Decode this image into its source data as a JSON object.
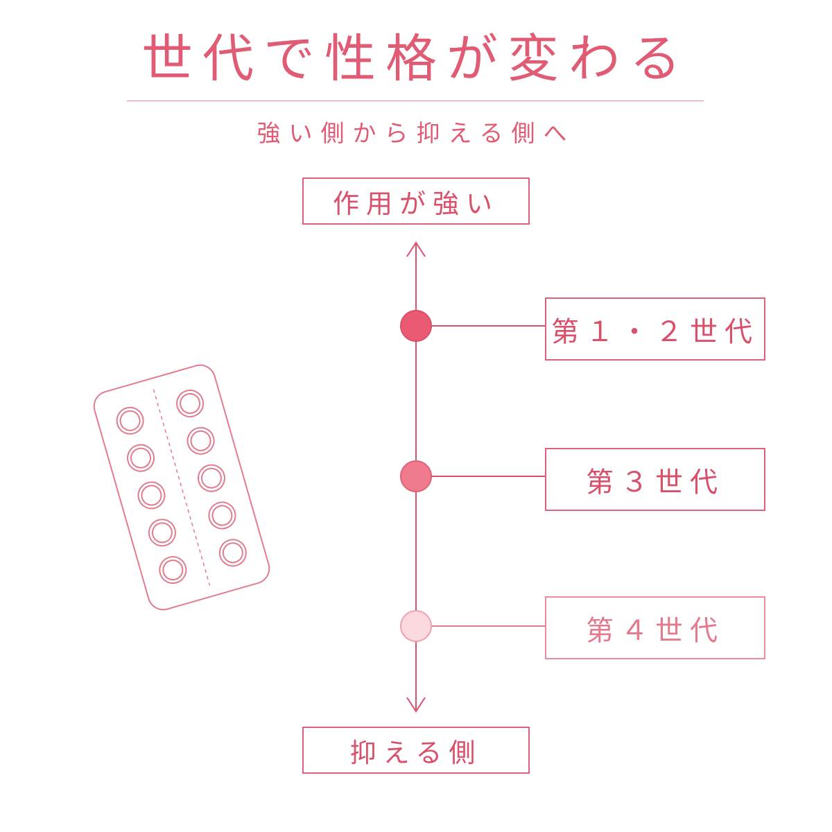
{
  "header": {
    "title": "世代で性格が変わる",
    "subtitle": "強い側から抑える側へ"
  },
  "axis": {
    "top_label": "作用が強い",
    "bottom_label": "抑える側"
  },
  "generations": [
    {
      "label": "第１・２世代",
      "color": "#ea5a73"
    },
    {
      "label": "第３世代",
      "color": "#f07a8e"
    },
    {
      "label": "第４世代",
      "color": "#fbd9df"
    }
  ],
  "colors": {
    "accent": "#e05c74",
    "line": "#d9506a",
    "pill_outline": "#e47a8e"
  },
  "illustration": {
    "icon": "pill-blister-pack-icon",
    "pill_rows": 5,
    "pill_columns": 2
  }
}
